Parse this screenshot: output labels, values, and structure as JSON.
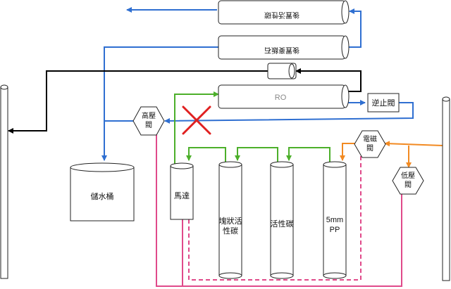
{
  "components": {
    "post_carbon": "後置活性碳",
    "post_stone": "後置麥飯石",
    "ro": "RO",
    "check_valve": "逆止閥",
    "high_pressure_valve": "高壓閥",
    "tank": "儲水桶",
    "pump": "馬達",
    "block_carbon": "塊狀活性碳",
    "granular_carbon": "活性碳",
    "pp_5mm_line1": "5mm",
    "pp_5mm_line2": "PP",
    "solenoid_valve": "電磁閥",
    "low_pressure_valve": "低壓閥"
  },
  "colors": {
    "water_out": "#2f6fd1",
    "drain": "#000000",
    "filtered": "#4caf2a",
    "raw_in": "#f28a22",
    "electric": "#e04a8a",
    "blocked": "#e02020",
    "outline": "#222222"
  }
}
